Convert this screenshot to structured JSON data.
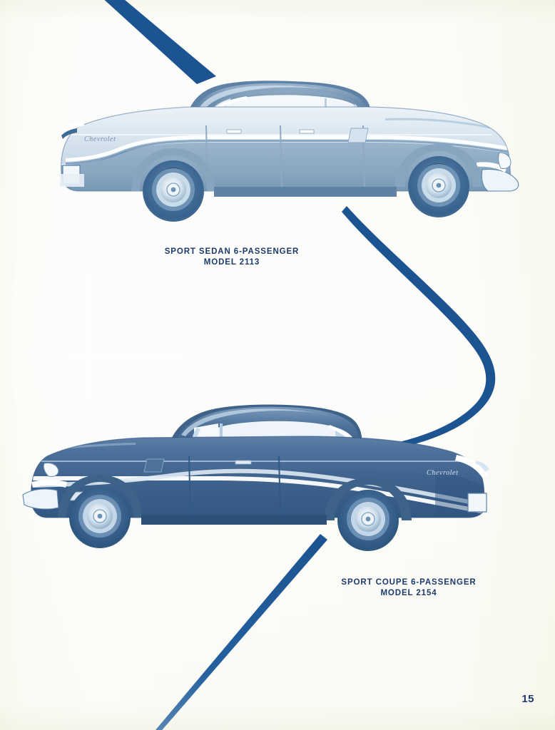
{
  "page": {
    "number": "15",
    "paper_color": "#fdfdfb",
    "ink_navy": "#1d3a6b",
    "accent_stripe_color": "#1c5391"
  },
  "decorations": {
    "top_diagonal_stripe": "diagonal-stripe-top",
    "zigzag_stripe": "zigzag-stripe-middle",
    "bottom_diagonal_stripe": "diagonal-stripe-bottom"
  },
  "vehicles": [
    {
      "id": "sport-sedan",
      "caption_line1": "SPORT SEDAN 6-PASSENGER",
      "caption_line2": "MODEL 2113",
      "badge_script": "Chevrolet",
      "body_style": "4-door hardtop",
      "facing": "right",
      "two_tone": true,
      "upper_body_color": "#dde7f0",
      "lower_body_color": "#7e9cb8",
      "roof_color": "#6f8fae",
      "glass_color": "#f2f6fa",
      "tire_color": "#3f6punk",
      "chrome_color": "#ffffff",
      "outline_color": "#2c4f7c"
    },
    {
      "id": "sport-coupe",
      "caption_line1": "SPORT COUPE 6-PASSENGER",
      "caption_line2": "MODEL 2154",
      "badge_script": "Chevrolet",
      "body_style": "2-door hardtop",
      "facing": "left",
      "two_tone": false,
      "upper_body_color": "#4a6e99",
      "lower_body_color": "#3d6189",
      "roof_color": "#44699",
      "glass_color": "#e9f0f7",
      "tire_color": "#355a80",
      "chrome_color": "#ffffff",
      "outline_color": "#2c4f7c"
    }
  ]
}
